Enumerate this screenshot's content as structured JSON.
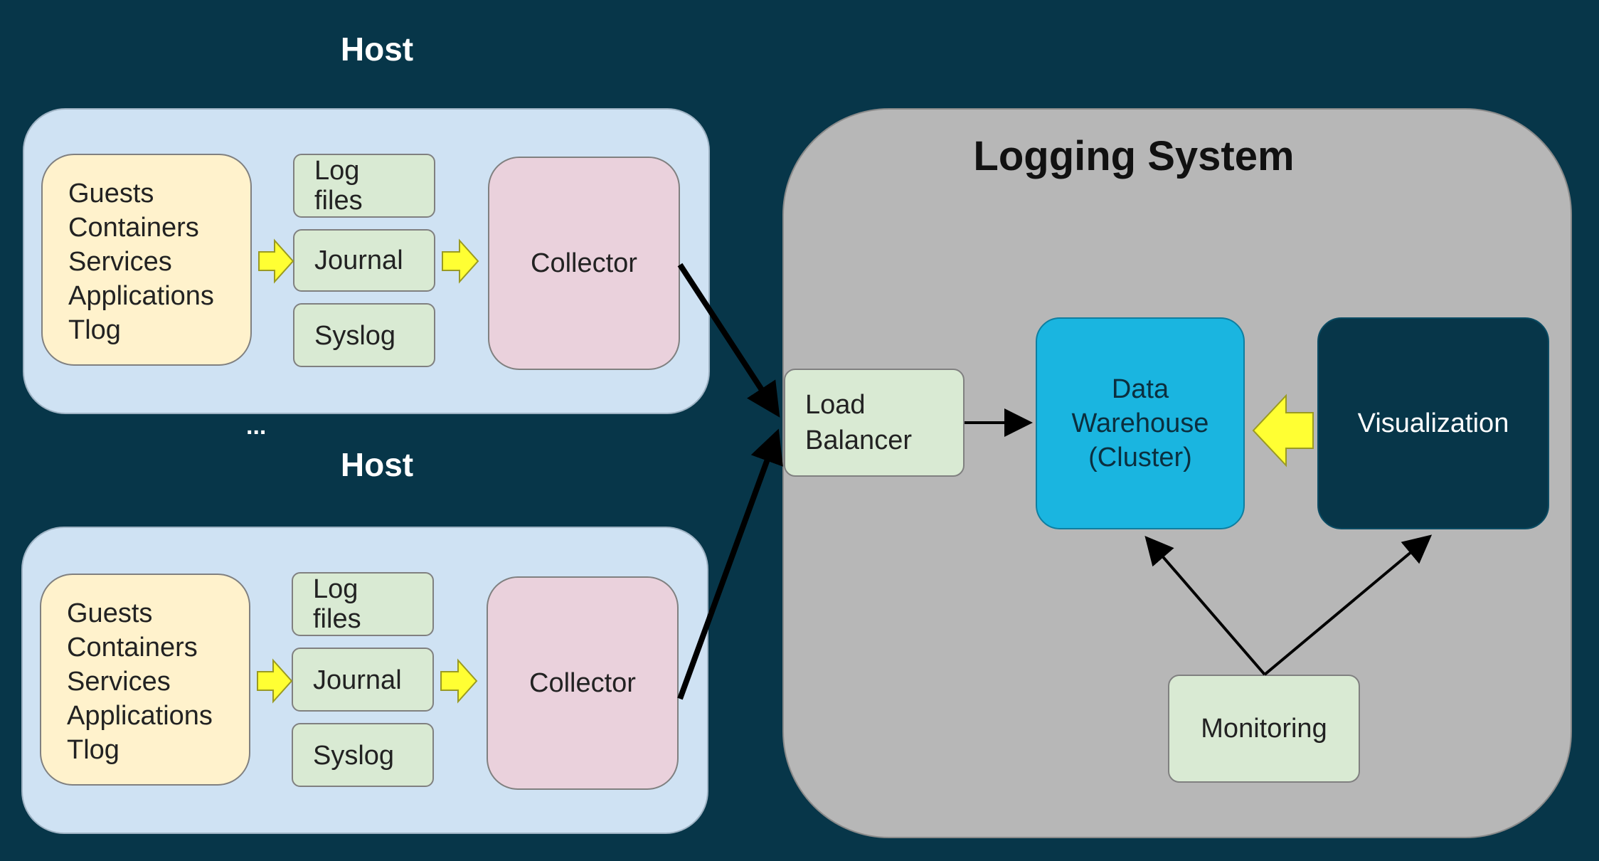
{
  "host_top": {
    "title": "Host",
    "sources": [
      "Guests",
      "Containers",
      "Services",
      "Applications",
      "Tlog"
    ],
    "log_files": [
      "Log",
      "files"
    ],
    "journal": "Journal",
    "syslog": "Syslog",
    "collector": "Collector"
  },
  "separator": "...",
  "host_bottom": {
    "title": "Host",
    "sources": [
      "Guests",
      "Containers",
      "Services",
      "Applications",
      "Tlog"
    ],
    "log_files": [
      "Log",
      "files"
    ],
    "journal": "Journal",
    "syslog": "Syslog",
    "collector": "Collector"
  },
  "logging_system": {
    "title": "Logging System",
    "load_balancer": [
      "Load",
      "Balancer"
    ],
    "data_warehouse": [
      "Data",
      "Warehouse",
      "(Cluster)"
    ],
    "visualization": "Visualization",
    "monitoring": "Monitoring"
  },
  "colors": {
    "background": "#073649",
    "host_panel": "#cfe2f3",
    "sources_box": "#fff2cc",
    "log_box": "#d9ead3",
    "collector_box": "#ead1dc",
    "logging_panel": "#b7b7b7",
    "data_warehouse": "#1ab5e0",
    "visualization": "#073649",
    "flow_arrow": "#ffff33"
  }
}
